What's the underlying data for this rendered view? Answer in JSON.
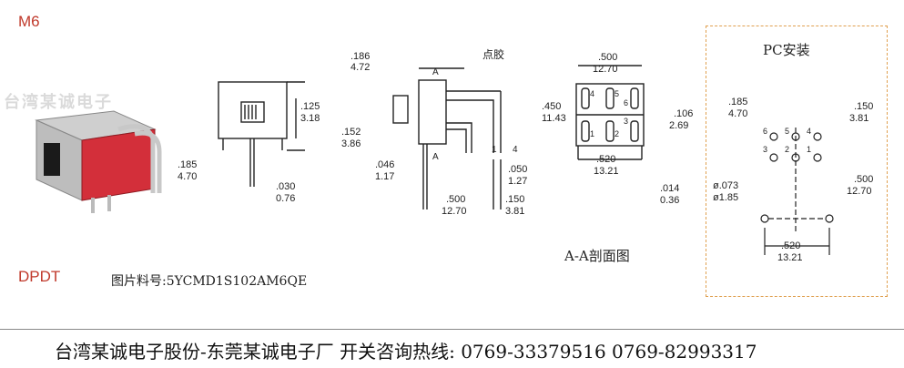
{
  "header": {
    "model": "M6",
    "poles": "DPDT",
    "watermark": "台湾某诚电子"
  },
  "part_number": "图片料号:5YCMD1S102AM6QE",
  "section_title": "A-A剖面图",
  "pc_title": "PC安装",
  "hotline": "台湾某诚电子股份-东莞某诚电子厂  开关咨询热线: 0769-33379516 0769-82993317",
  "front_view": {
    "dims": [
      {
        "in": ".125",
        "mm": "3.18"
      },
      {
        "in": ".185",
        "mm": "4.70"
      },
      {
        "in": ".030",
        "mm": "0.76"
      }
    ]
  },
  "side_view": {
    "dims": [
      {
        "in": ".186",
        "mm": "4.72"
      },
      {
        "in": ".152",
        "mm": "3.86"
      },
      {
        "in": ".046",
        "mm": "1.17"
      },
      {
        "in": ".500",
        "mm": "12.70"
      },
      {
        "in": ".050",
        "mm": "1.27"
      },
      {
        "in": ".150",
        "mm": "3.81"
      }
    ],
    "section_mark": "A",
    "glue_label": "点胶",
    "pin_labels": [
      "1",
      "4"
    ]
  },
  "section_view": {
    "dims": [
      {
        "in": ".500",
        "mm": "12.70"
      },
      {
        "in": ".450",
        "mm": "11.43"
      },
      {
        "in": ".106",
        "mm": "2.69"
      },
      {
        "in": ".520",
        "mm": "13.21"
      },
      {
        "in": ".014",
        "mm": "0.36"
      }
    ],
    "pins_top": [
      "4",
      "5",
      "6"
    ],
    "pins_bottom": [
      "1",
      "2",
      "3"
    ]
  },
  "pc_layout": {
    "dims": [
      {
        "in": ".185",
        "mm": "4.70"
      },
      {
        "in": ".150",
        "mm": "3.81"
      },
      {
        "in": ".500",
        "mm": "12.70"
      },
      {
        "in": "ø.073",
        "mm": "ø1.85"
      },
      {
        "in": ".520",
        "mm": "13.21"
      }
    ],
    "pins_top": [
      "6",
      "5",
      "4"
    ],
    "pins_bottom": [
      "3",
      "2",
      "1"
    ]
  },
  "colors": {
    "accent": "#c0392b",
    "pc_border": "#e0a050",
    "switch_body": "#d32f3a"
  }
}
